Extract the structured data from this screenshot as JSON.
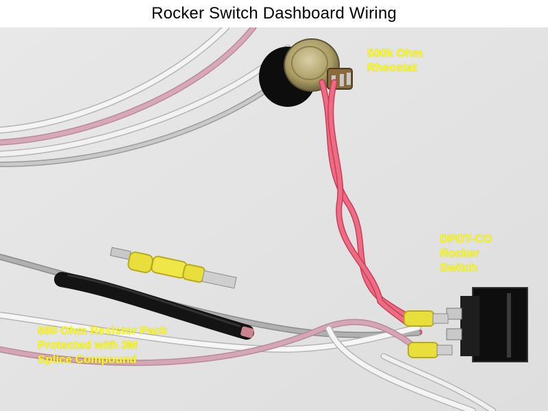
{
  "title": "Rocker Switch Dashboard Wiring",
  "photo": {
    "labels": {
      "rheostat": "500k Ohm\nRheostat",
      "switch": "DPDT-CO\nRocker\nSwitch",
      "resistor": "680 Ohm Resistor Pack\nProtected with 3M\nSplice Compound"
    },
    "colors": {
      "label_text": "#ffff00",
      "background": "#e6e6e6",
      "twisted_wire": "#e8506a",
      "white_wire": "#f2f2f2",
      "pink_wire": "#c89aa8",
      "gray_wire": "#9a9a9a",
      "heat_shrink": "#1c1c1c",
      "connector_yellow": "#e8df3c",
      "switch_body": "#111111"
    }
  }
}
